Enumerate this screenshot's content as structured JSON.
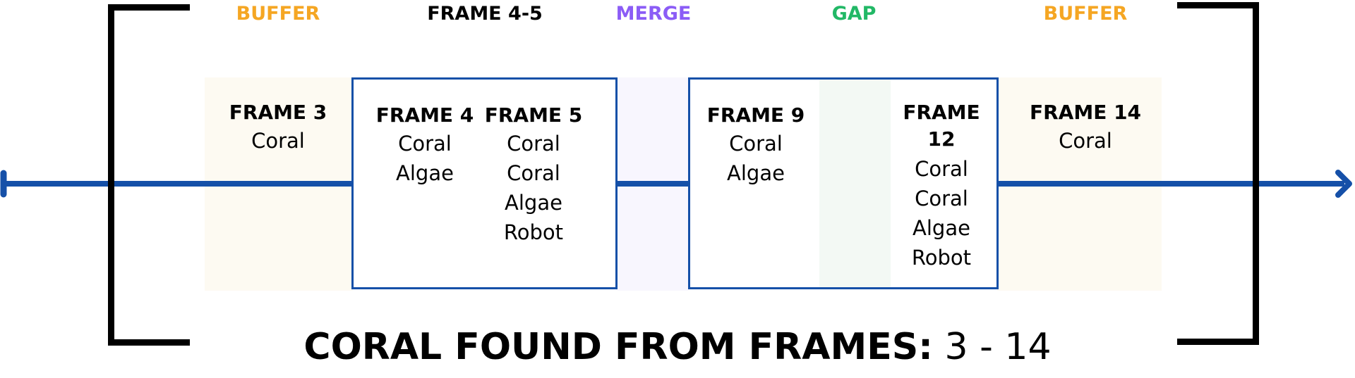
{
  "colors": {
    "buffer": "#f5a623",
    "frame_header": "#000000",
    "merge": "#8b5cf6",
    "gap": "#22b866",
    "timeline": "#1550a8",
    "buffer_bg": "#fdfaf2",
    "merge_bg": "#f8f6fe",
    "gap_bg": "#f3f9f4"
  },
  "top_labels": {
    "buffer_left": "BUFFER",
    "frame_4_5": "FRAME 4-5",
    "merge": "MERGE",
    "gap": "GAP",
    "buffer_right": "BUFFER"
  },
  "frames": {
    "f3": {
      "title": "FRAME 3",
      "items": [
        "Coral"
      ]
    },
    "f4": {
      "title": "FRAME 4",
      "items": [
        "Coral",
        "Algae"
      ]
    },
    "f5": {
      "title": "FRAME 5",
      "items": [
        "Coral",
        "Coral",
        "Algae",
        "Robot"
      ]
    },
    "f9": {
      "title": "FRAME 9",
      "items": [
        "Coral",
        "Algae"
      ]
    },
    "f12": {
      "title_line1": "FRAME",
      "title_line2": "12",
      "items": [
        "Coral",
        "Coral",
        "Algae",
        "Robot"
      ]
    },
    "f14": {
      "title": "FRAME 14",
      "items": [
        "Coral"
      ]
    }
  },
  "footer": {
    "bold": "CORAL FOUND FROM FRAMES:",
    "range": " 3 - 14"
  },
  "icons": {
    "left_end": "timeline-start-cap-icon",
    "right_end": "arrow-right-icon"
  }
}
